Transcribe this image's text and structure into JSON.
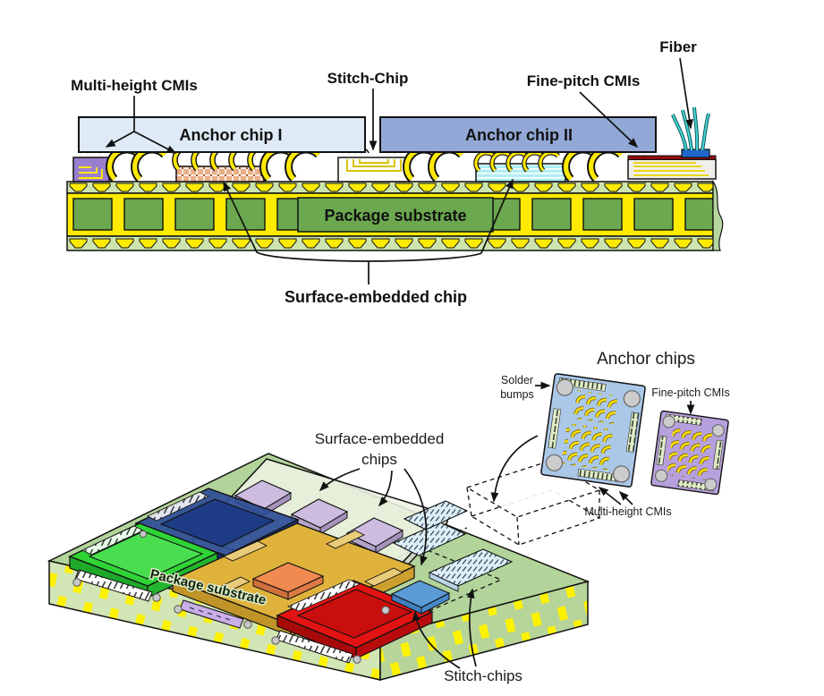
{
  "cross_section": {
    "labels": {
      "multi_height": "Multi-height CMIs",
      "stitch_chip": "Stitch-Chip",
      "fine_pitch": "Fine-pitch CMIs",
      "fiber": "Fiber",
      "anchor_chip_1": "Anchor chip I",
      "anchor_chip_2": "Anchor chip II",
      "package_substrate": "Package substrate",
      "surface_embedded": "Surface-embedded chip"
    }
  },
  "assembly": {
    "labels": {
      "surface_embedded_1": "Surface-embedded",
      "surface_embedded_2": "chips",
      "package_substrate": "Package substrate",
      "stitch_chips": "Stitch-chips"
    }
  },
  "inset": {
    "labels": {
      "title": "Anchor chips",
      "solder_1": "Solder",
      "solder_2": "bumps",
      "fine_pitch": "Fine-pitch CMIs",
      "multi_height": "Multi-height CMIs"
    }
  },
  "colors": {
    "anchor_chip_1": "#DEEAF6",
    "anchor_chip_2": "#92A8D6",
    "substrate_green": "#6BA84F",
    "substrate_light": "#CDE4AE",
    "via_yellow": "#FFEB00",
    "assembly_top_green": "#B2D49A",
    "chip_green": "#2FD336",
    "chip_blue": "#2C4C96",
    "chip_amber": "#DFB23C",
    "chip_orange": "#F08A50",
    "chip_red": "#E31313",
    "chip_lavender": "#CDBBE0",
    "chip_small_blue": "#5B9BD5",
    "anchor_inset_blue": "#ABC8E8",
    "anchor_inset_purple": "#B7A0DE",
    "fiber_teal": "#3FD0D0",
    "embedded_purple": "#9A7FD0",
    "embedded_orange": "#EBAF88",
    "embedded_cyan": "#AFEFF2"
  }
}
